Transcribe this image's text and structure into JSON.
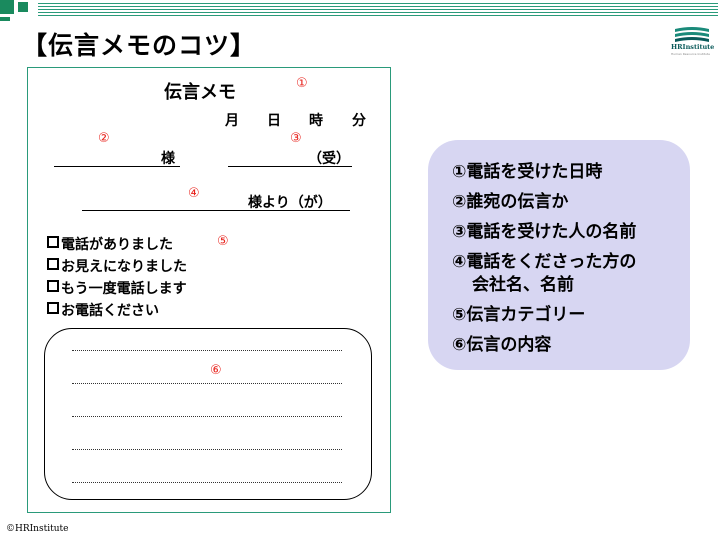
{
  "title": "【伝言メモのコツ】",
  "logo": {
    "name": "HRInstitute",
    "sub": "Human Resource Institute"
  },
  "memo": {
    "heading": "伝言メモ",
    "date_month": "月",
    "date_day": "日",
    "date_hour": "時",
    "date_minute": "分",
    "to_suffix": "様",
    "receiver_suffix": "（受）",
    "from_suffix": "様より（が）",
    "checks": [
      "電話がありました",
      "お見えになりました",
      "もう一度電話します",
      "お電話ください"
    ],
    "markers": [
      "①",
      "②",
      "③",
      "④",
      "⑤",
      "⑥"
    ]
  },
  "tips": [
    "①電話を受けた日時",
    "②誰宛の伝言か",
    "③電話を受けた人の名前",
    "④電話をくださった方の",
    "会社名、名前",
    "⑤伝言カテゴリー",
    "⑥伝言の内容"
  ],
  "copyright": "©HRInstitute"
}
